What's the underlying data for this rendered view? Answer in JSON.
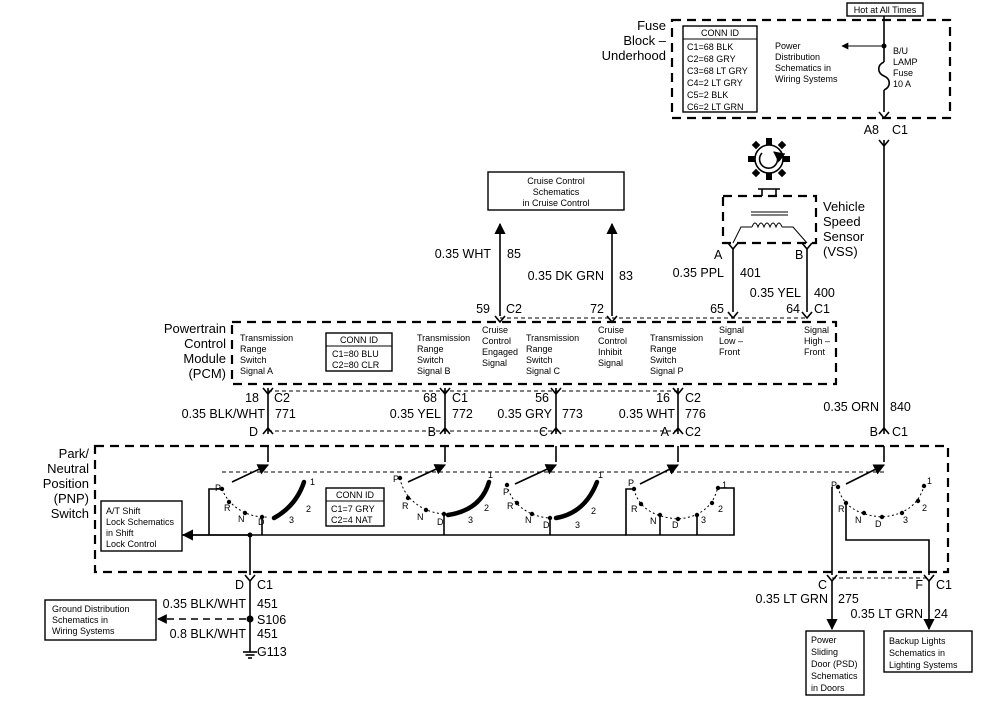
{
  "fuse_block": {
    "title_lines": [
      "Fuse",
      "Block –",
      "Underhood"
    ],
    "conn_title": "CONN ID",
    "conn_rows": [
      "C1=68 BLK",
      "C2=68 GRY",
      "C3=68 LT GRY",
      "C4=2 LT GRY",
      "C5=2 BLK",
      "C6=2 LT GRN"
    ],
    "power_ref_lines": [
      "Power",
      "Distribution",
      "Schematics in",
      "Wiring Systems"
    ],
    "fuse_lines": [
      "B/U",
      "LAMP",
      "Fuse",
      "10 A"
    ],
    "hot_label": "Hot at All Times",
    "pin": "A8",
    "conn": "C1"
  },
  "cruise_ref": {
    "lines": [
      "Cruise Control",
      "Schematics",
      "in Cruise Control"
    ]
  },
  "vss": {
    "title_lines": [
      "Vehicle",
      "Speed",
      "Sensor",
      "(VSS)"
    ],
    "pin_a": "A",
    "pin_b": "B"
  },
  "wires": {
    "w85": {
      "gauge": "0.35 WHT",
      "circuit": "85",
      "pin": "59",
      "conn": "C2"
    },
    "w83": {
      "gauge": "0.35 DK GRN",
      "circuit": "83",
      "pin": "72"
    },
    "w401": {
      "gauge": "0.35 PPL",
      "circuit": "401",
      "pin": "65"
    },
    "w400": {
      "gauge": "0.35 YEL",
      "circuit": "400",
      "pin": "64",
      "conn": "C1"
    },
    "w771": {
      "gauge": "0.35 BLK/WHT",
      "circuit": "771",
      "pin_top": "18",
      "conn_top": "C2",
      "pin_bot": "D"
    },
    "w772": {
      "gauge": "0.35 YEL",
      "circuit": "772",
      "pin_top": "68",
      "conn_top": "C1",
      "pin_bot": "B"
    },
    "w773": {
      "gauge": "0.35 GRY",
      "circuit": "773",
      "pin_top": "56",
      "pin_bot": "C"
    },
    "w776": {
      "gauge": "0.35 WHT",
      "circuit": "776",
      "pin_top": "16",
      "conn_top": "C2",
      "pin_bot": "A",
      "conn_bot": "C2"
    },
    "w840": {
      "gauge": "0.35 ORN",
      "circuit": "840",
      "pin_bot": "B",
      "conn_bot": "C1"
    },
    "w451a": {
      "gauge": "0.35 BLK/WHT",
      "circuit": "451",
      "pin_top": "D",
      "conn_top": "C1"
    },
    "w451b": {
      "gauge": "0.8 BLK/WHT",
      "circuit": "451"
    },
    "w275": {
      "gauge": "0.35 LT GRN",
      "circuit": "275",
      "pin_top": "C"
    },
    "w24": {
      "gauge": "0.35 LT GRN",
      "circuit": "24",
      "pin_top": "F",
      "conn_top": "C1"
    }
  },
  "pcm": {
    "title_lines": [
      "Powertrain",
      "Control",
      "Module",
      "(PCM)"
    ],
    "conn_title": "CONN ID",
    "conn_rows": [
      "C1=80 BLU",
      "C2=80 CLR"
    ],
    "signals": [
      [
        "Transmission",
        "Range",
        "Switch",
        "Signal A"
      ],
      [
        "Transmission",
        "Range",
        "Switch",
        "Signal B"
      ],
      [
        "Cruise",
        "Control",
        "Engaged",
        "Signal"
      ],
      [
        "Transmission",
        "Range",
        "Switch",
        "Signal C"
      ],
      [
        "Cruise",
        "Control",
        "Inhibit",
        "Signal"
      ],
      [
        "Transmission",
        "Range",
        "Switch",
        "Signal P"
      ],
      [
        "Signal",
        "Low –",
        "Front"
      ],
      [
        "Signal",
        "High –",
        "Front"
      ]
    ]
  },
  "pnp": {
    "title_lines": [
      "Park/",
      "Neutral",
      "Position",
      "(PNP)",
      "Switch"
    ],
    "conn_title": "CONN ID",
    "conn_rows": [
      "C1=7 GRY",
      "C2=4 NAT"
    ],
    "shift_lock_lines": [
      "A/T Shift",
      "Lock Schematics",
      "in Shift",
      "Lock Control"
    ],
    "pos": {
      "p": "P",
      "r": "R",
      "n": "N",
      "d": "D",
      "three": "3",
      "two": "2",
      "one": "1"
    }
  },
  "ground": {
    "ref_lines": [
      "Ground Distribution",
      "Schematics in",
      "Wiring Systems"
    ],
    "splice": "S106",
    "ground": "G113"
  },
  "psd_ref": {
    "lines": [
      "Power",
      "Sliding",
      "Door (PSD)",
      "Schematics",
      "in Doors"
    ]
  },
  "backup_ref": {
    "lines": [
      "Backup Lights",
      "Schematics in",
      "Lighting Systems"
    ]
  }
}
